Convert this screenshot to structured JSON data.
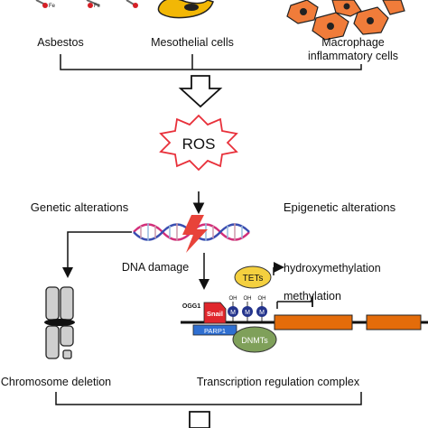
{
  "labels": {
    "asbestos": "Asbestos",
    "mesothelial": "Mesothelial cells",
    "macrophage_line1": "Macrophage",
    "macrophage_line2": "inflammatory cells",
    "fe": "Fe",
    "ros": "ROS",
    "genetic": "Genetic alterations",
    "epigenetic": "Epigenetic alterations",
    "dna_damage": "DNA damage",
    "tets": "TETs",
    "hydroxymethylation": "hydroxymethylation",
    "methylation": "methylation",
    "ogg1": "OGG1",
    "snail": "Snail",
    "parp1": "PARP1",
    "dnmts": "DNMTs",
    "methyl_mark": "M",
    "oh_mark": "OH",
    "chromosome_deletion": "Chromosome deletion",
    "transcription_complex": "Transcription regulation complex"
  },
  "colors": {
    "ros_star": "#e8303a",
    "mesothelial_cell": "#f2b705",
    "macrophage_cell": "#f07c3a",
    "tets": "#f4d03f",
    "dnmts": "#7fa05a",
    "snail": "#e0262c",
    "parp1": "#2f6fd1",
    "methyl_circle": "#24348c",
    "gene_box": "#e46c0a",
    "lightning": "#e8433a",
    "chromosome": "#cfcfcf"
  }
}
